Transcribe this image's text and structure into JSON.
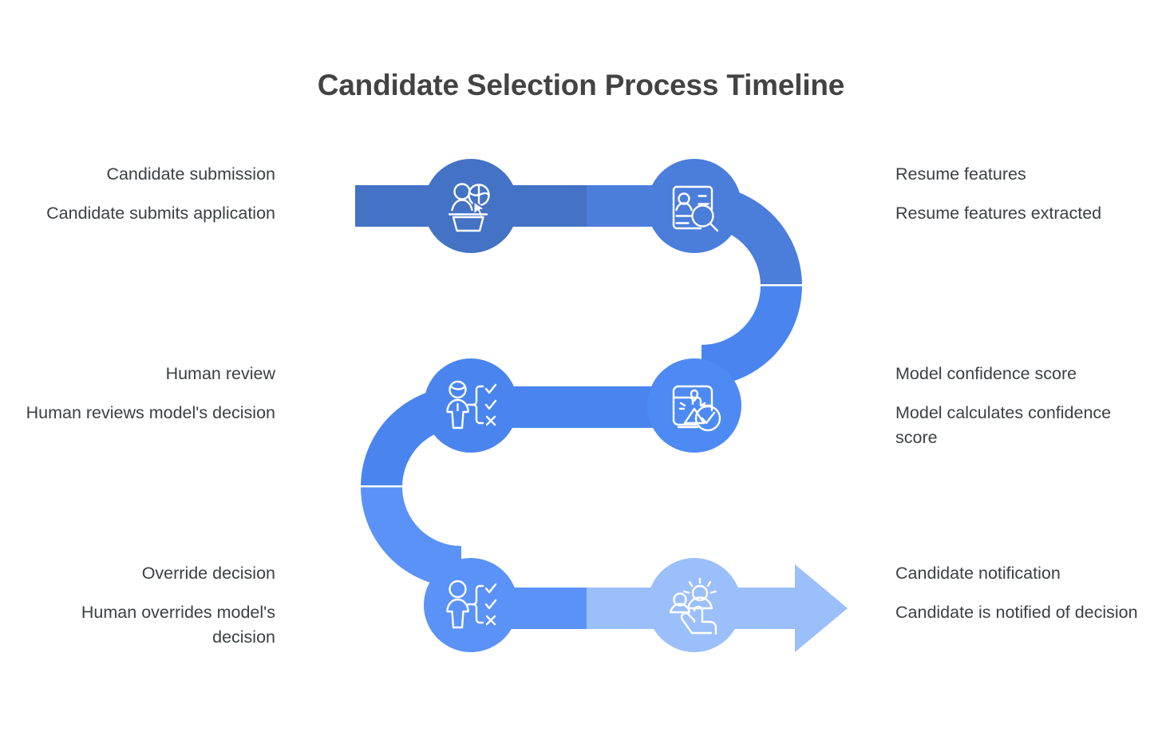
{
  "title": "Candidate Selection Process Timeline",
  "colors": {
    "background": "#ffffff",
    "title_text": "#434343",
    "label_text": "#3c4043",
    "seg1": "#4472c4",
    "seg2": "#4b7ddb",
    "seg3": "#4a85ef",
    "seg4": "#4e8af3",
    "seg5": "#5b92f7",
    "seg6": "#9bbffa",
    "icon_stroke": "#ffffff",
    "divider": "#ffffff"
  },
  "steps": [
    {
      "index": 1,
      "title": "Candidate submission",
      "description": "Candidate submits application",
      "icon": "candidate-submission-icon",
      "side": "left",
      "color": "#4472c4"
    },
    {
      "index": 2,
      "title": "Resume features",
      "description": "Resume features extracted",
      "icon": "resume-magnifier-icon",
      "side": "right",
      "color": "#4b7ddb"
    },
    {
      "index": 3,
      "title": "Human review",
      "description": "Human reviews model's decision",
      "icon": "human-review-checklist-icon",
      "side": "left",
      "color": "#4a85ef"
    },
    {
      "index": 4,
      "title": "Model confidence score",
      "description": "Model calculates confidence score",
      "icon": "model-confidence-check-icon",
      "side": "right",
      "color": "#4e8af3"
    },
    {
      "index": 5,
      "title": "Override decision",
      "description": "Human overrides model's decision",
      "icon": "override-decision-checklist-icon",
      "side": "left",
      "color": "#5b92f7"
    },
    {
      "index": 6,
      "title": "Candidate notification",
      "description": "Candidate is notified of decision",
      "icon": "candidate-notification-icon",
      "side": "right",
      "color": "#9bbffa"
    }
  ],
  "flow": {
    "direction": "serpentine-left-to-right",
    "end_marker": "arrowhead",
    "rows": 3,
    "nodes_per_row": 2
  }
}
